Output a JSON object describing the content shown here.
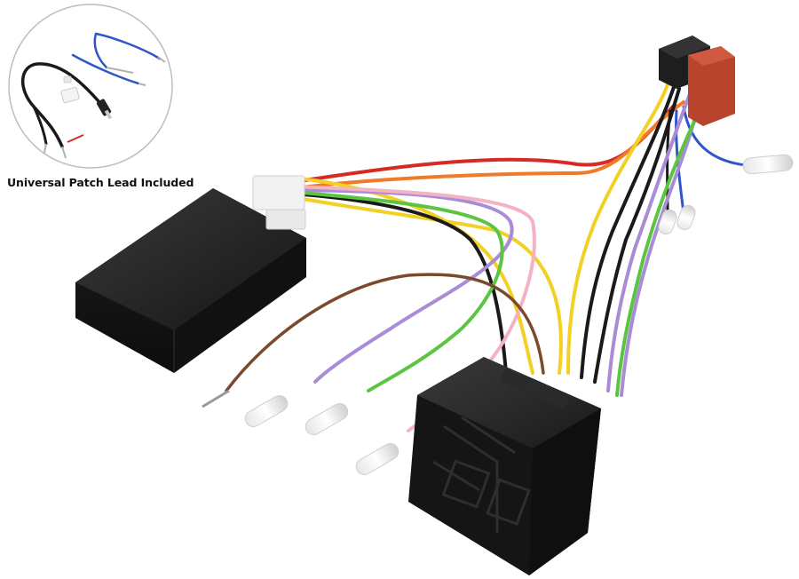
{
  "inset": {
    "caption": "Universal Patch Lead Included"
  },
  "colors": {
    "background": "#ffffff",
    "inset_border": "#bdbdbd",
    "box": "#1c1c1c",
    "connector_black": "#1e1e1e",
    "connector_red": "#b8442e",
    "wire_red": "#d62b25",
    "wire_orange": "#f07a2a",
    "wire_yellow": "#f2d024",
    "wire_black": "#1a1a1a",
    "wire_blue": "#2f55c8",
    "wire_brown": "#7b4a2a",
    "wire_violet": "#a98bd6",
    "wire_green": "#5bc542",
    "wire_pink": "#f3b3c4"
  },
  "icons": [
    "patch-lead-inset",
    "interface-box",
    "iso-connector-black",
    "iso-connector-red",
    "quadlock-connector"
  ]
}
